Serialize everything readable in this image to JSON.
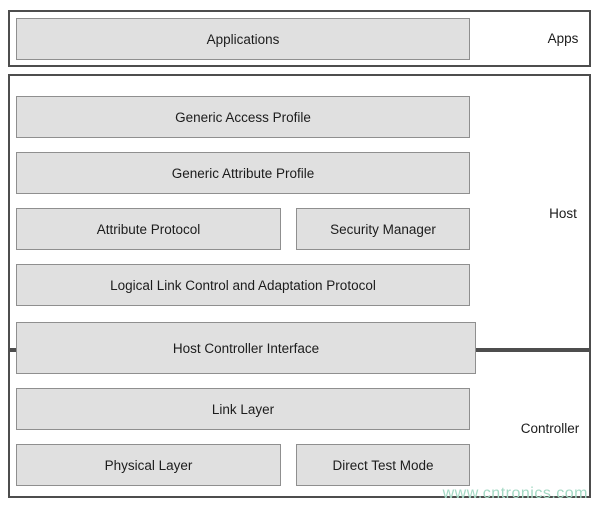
{
  "sections": {
    "apps": {
      "label": "Apps"
    },
    "host": {
      "label": "Host"
    },
    "controller": {
      "label": "Controller"
    }
  },
  "boxes": {
    "applications": {
      "label": "Applications"
    },
    "gap": {
      "label": "Generic Access Profile"
    },
    "gatt": {
      "label": "Generic Attribute Profile"
    },
    "att": {
      "label": "Attribute Protocol"
    },
    "sm": {
      "label": "Security Manager"
    },
    "l2cap": {
      "label": "Logical Link Control and Adaptation Protocol"
    },
    "hci": {
      "label": "Host Controller Interface"
    },
    "ll": {
      "label": "Link Layer"
    },
    "phy": {
      "label": "Physical Layer"
    },
    "dtm": {
      "label": "Direct Test Mode"
    }
  },
  "watermark": "www.cntronics.com",
  "colors": {
    "box_fill": "#e0e0e0",
    "box_border": "#8f8f8f",
    "section_border": "#4d4d4d",
    "watermark": "#a4d9c4"
  }
}
